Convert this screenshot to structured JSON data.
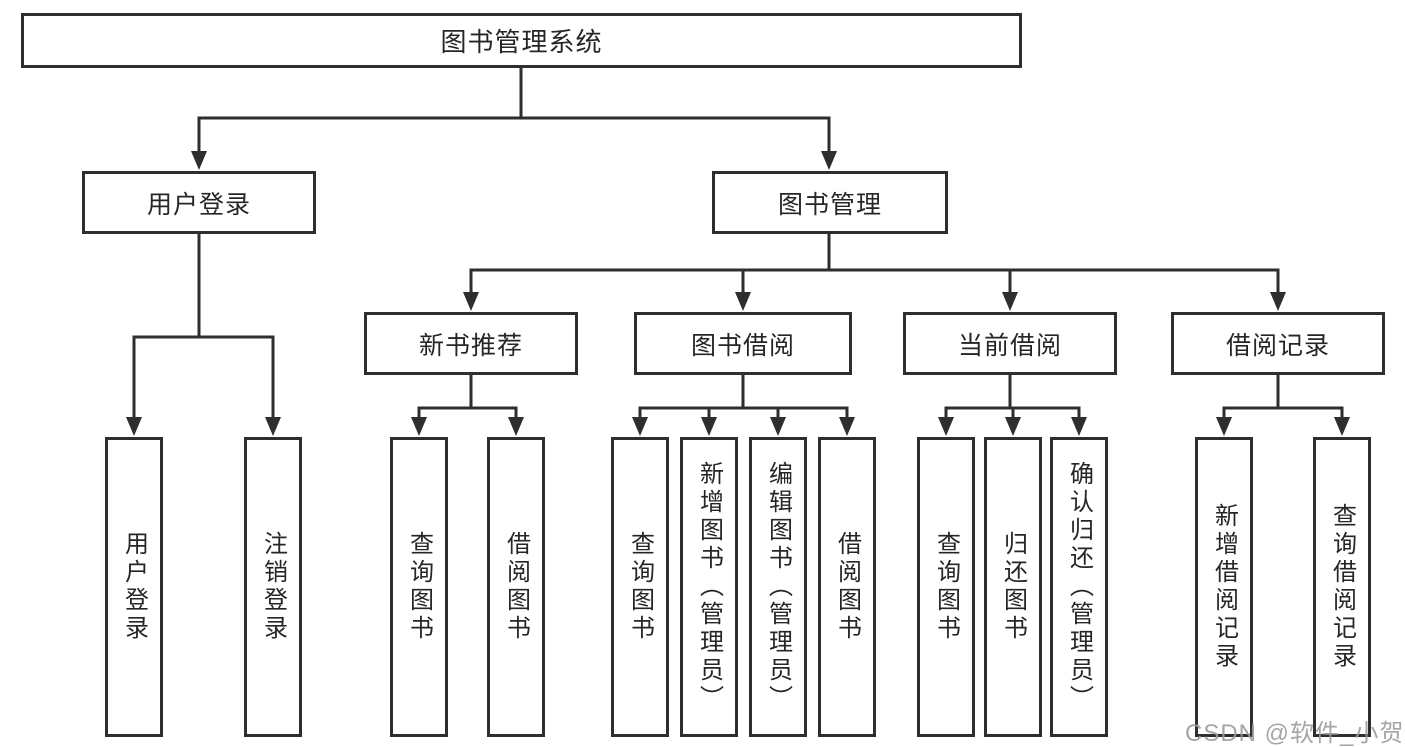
{
  "diagram": {
    "root": {
      "label": "图书管理系统"
    },
    "level2": [
      {
        "label": "用户登录",
        "children": [
          {
            "label": "用户登录"
          },
          {
            "label": "注销登录"
          }
        ]
      },
      {
        "label": "图书管理",
        "children": [
          {
            "label": "新书推荐",
            "children": [
              {
                "label": "查询图书"
              },
              {
                "label": "借阅图书"
              }
            ]
          },
          {
            "label": "图书借阅",
            "children": [
              {
                "label": "查询图书"
              },
              {
                "label": "新增图书（管理员）"
              },
              {
                "label": "编辑图书（管理员）"
              },
              {
                "label": "借阅图书"
              }
            ]
          },
          {
            "label": "当前借阅",
            "children": [
              {
                "label": "查询图书"
              },
              {
                "label": "归还图书"
              },
              {
                "label": "确认归还（管理员）"
              }
            ]
          },
          {
            "label": "借阅记录",
            "children": [
              {
                "label": "新增借阅记录"
              },
              {
                "label": "查询借阅记录"
              }
            ]
          }
        ]
      }
    ]
  },
  "watermark": {
    "text": "CSDN @软件_小贺同学"
  },
  "colors": {
    "line": "#2e2e2e",
    "text": "#262626",
    "watermark": "#9c9c9c",
    "background": "#ffffff"
  }
}
